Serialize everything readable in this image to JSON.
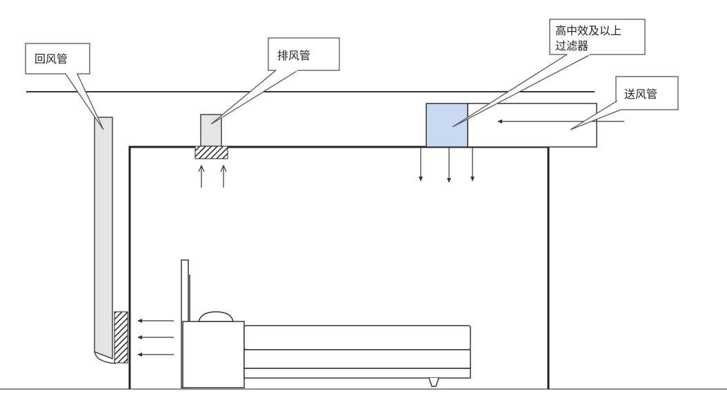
{
  "labels": {
    "return_duct": "回风管",
    "exhaust_duct": "排风管",
    "filter_line1": "高中效及以上",
    "filter_line2": "过滤器",
    "supply_duct": "送风管"
  },
  "colors": {
    "line": "#333333",
    "duct_fill": "#e4e4e4",
    "filter_fill": "#c9d9ef",
    "callout_border": "#555555"
  }
}
